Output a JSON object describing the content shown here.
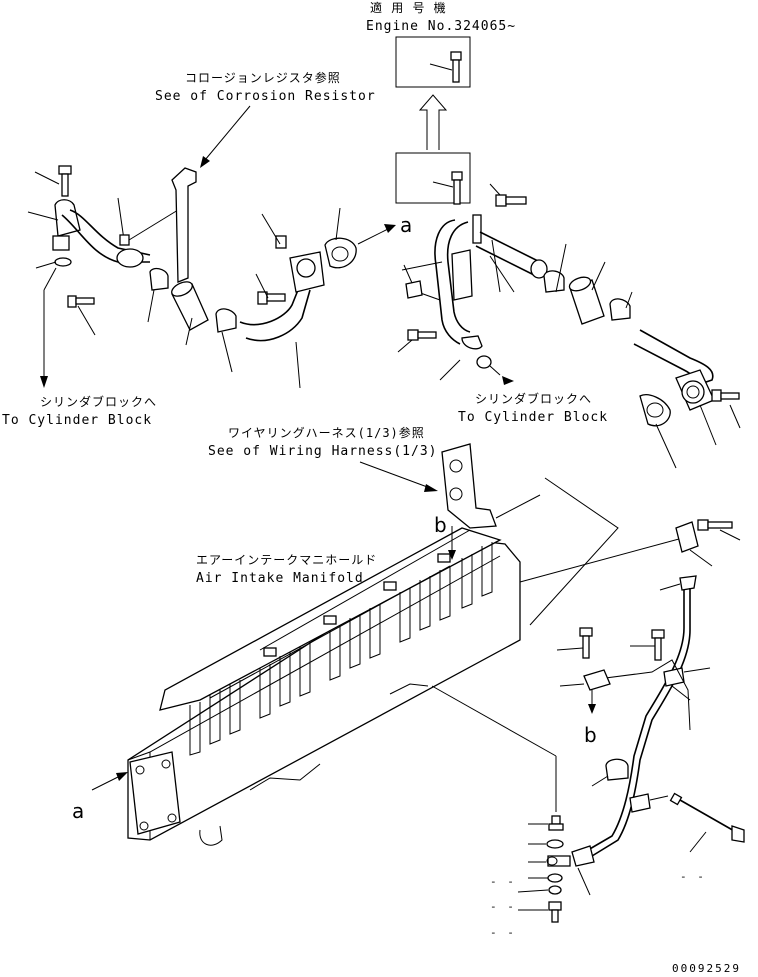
{
  "engine_block": {
    "title_jp": "適 用 号 機",
    "number": "Engine No.324065~"
  },
  "corrosion_note": {
    "jp": "コロージョンレジスタ参照",
    "en": "See of Corrosion Resistor"
  },
  "cylinder_left": {
    "jp": "シリンダブロックへ",
    "en": "To Cylinder Block"
  },
  "cylinder_right": {
    "jp": "シリンダブロックへ",
    "en": "To Cylinder Block"
  },
  "harness_note": {
    "jp": "ワイヤリングハーネス(1/3)参照",
    "en": "See of Wiring Harness(1/3)"
  },
  "manifold_note": {
    "jp": "エアーインテークマニホールド",
    "en": "Air Intake Manifold"
  },
  "markers": {
    "a_top": "a",
    "a_left": "a",
    "b_top": "b",
    "b_right": "b"
  },
  "dash_labels": [
    "- -",
    "- -",
    "- -",
    "- -"
  ],
  "drawing_code": "00092529"
}
